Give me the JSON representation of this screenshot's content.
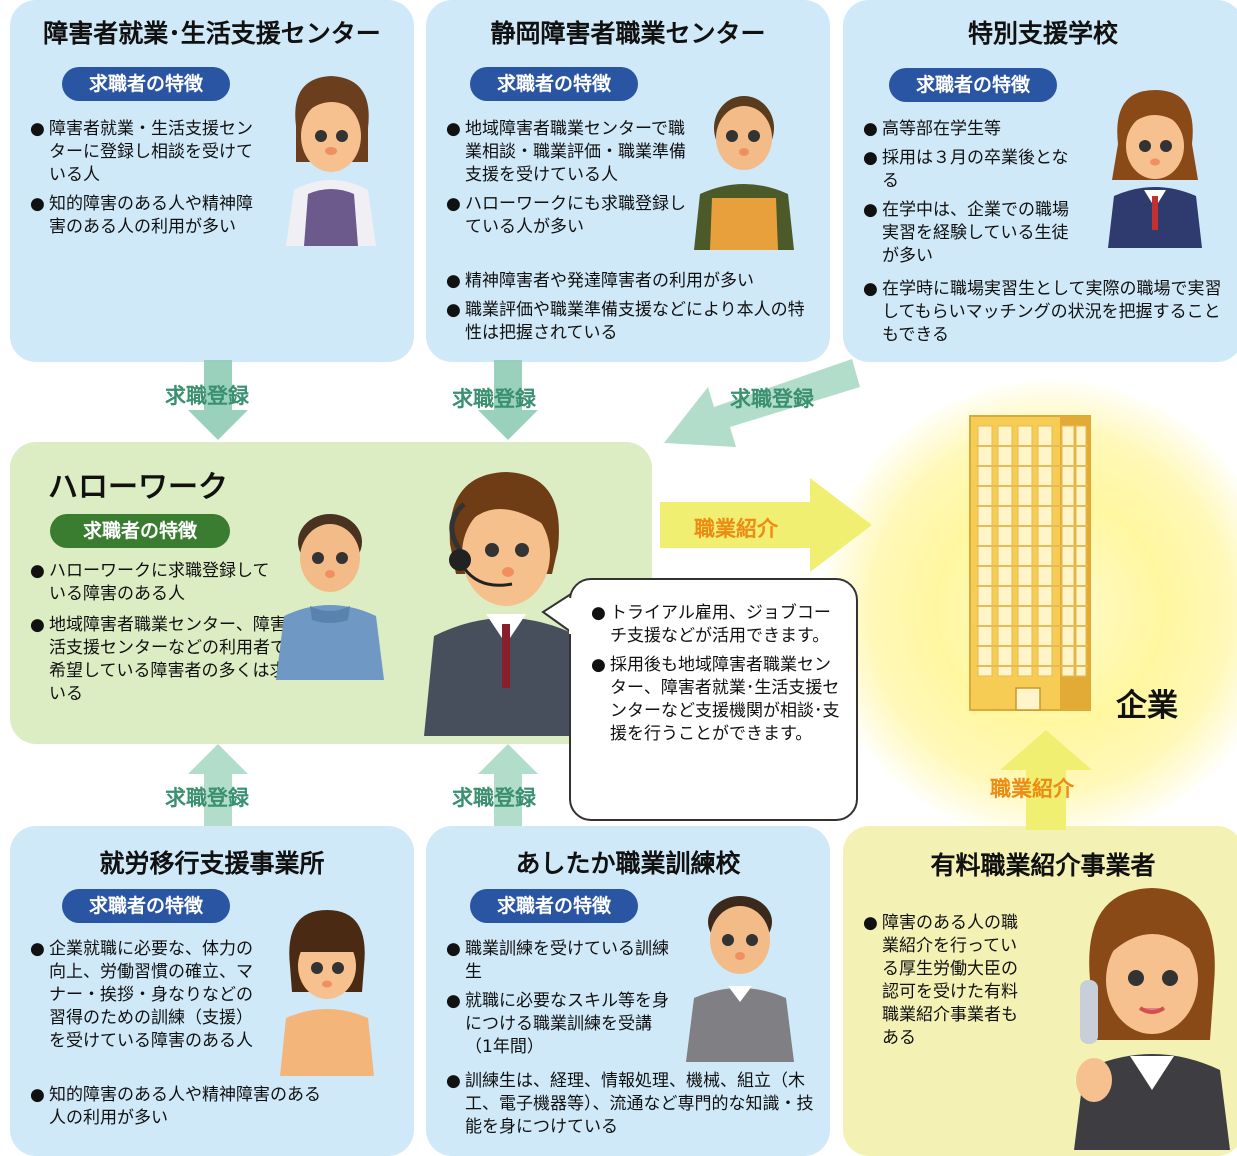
{
  "colors": {
    "box_blue": "#cfe9f8",
    "box_green": "#dcedc3",
    "box_yellow": "#f3f2b4",
    "pill_blue": "#2a55a3",
    "pill_green": "#3a7d30",
    "arrow_green": "#8fccb6",
    "arrow_yellow": "#f0ef72",
    "label_green": "#3a9070",
    "label_orange": "#ee8b12"
  },
  "features_label": "求職者の特徴",
  "boxes": {
    "center": {
      "title": "障害者就業･生活支援センター",
      "items": [
        "障害者就業・生活支援センターに登録し相談を受けている人",
        "知的障害のある人や精神障害のある人の利用が多い"
      ]
    },
    "shizuoka": {
      "title": "静岡障害者職業センター",
      "items": [
        "地域障害者職業センターで職業相談・職業評価・職業準備支援を受けている人",
        "ハローワークにも求職登録している人が多い",
        "精神障害者や発達障害者の利用が多い",
        "職業評価や職業準備支援などにより本人の特性は把握されている"
      ]
    },
    "school": {
      "title": "特別支援学校",
      "items": [
        "高等部在学生等",
        "採用は３月の卒業後となる",
        "在学中は、企業での職場実習を経験している生徒が多い",
        "在学時に職場実習生として実際の職場で実習してもらいマッチングの状況を把握することもできる"
      ]
    },
    "hellowork": {
      "title": "ハローワーク",
      "items": [
        "ハローワークに求職登録している障害のある人",
        "地域障害者職業センター、障害者就業・生活支援センターなどの利用者で企業就職を希望している障害者の多くは求職登録している"
      ]
    },
    "transition": {
      "title": "就労移行支援事業所",
      "items": [
        "企業就職に必要な、体力の向上、労働習慣の確立、マナー・挨拶・身なりなどの習得のための訓練（支援）を受けている障害のある人",
        "知的障害のある人や精神障害のある人の利用が多い"
      ]
    },
    "ashitaka": {
      "title": "あしたか職業訓練校",
      "items": [
        "職業訓練を受けている訓練生",
        "就職に必要なスキル等を身につける職業訓練を受講（1年間）",
        "訓練生は、経理、情報処理、機械、組立（木工、電子機器等）、流通など専門的な知識・技能を身につけている"
      ]
    },
    "agency": {
      "title": "有料職業紹介事業者",
      "items": [
        "障害のある人の職業紹介を行っている厚生労働大臣の認可を受けた有料職業紹介事業者もある"
      ]
    }
  },
  "bubble": {
    "items": [
      "トライアル雇用、ジョブコーチ支援などが活用できます。",
      "採用後も地域障害者職業センター、障害者就業･生活支援センターなど支援機関が相談･支援を行うことができます。"
    ]
  },
  "flows": {
    "register": "求職登録",
    "referral": "職業紹介"
  },
  "company": "企業",
  "bullet": "●"
}
